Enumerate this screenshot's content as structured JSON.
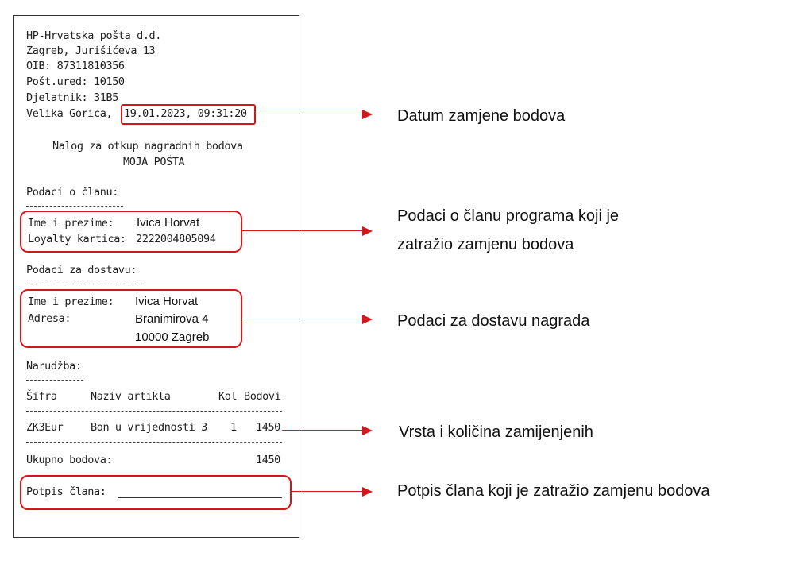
{
  "receipt": {
    "header": {
      "company": "HP-Hrvatska pošta d.d.",
      "address": "Zagreb, Jurišićeva 13",
      "oib": "OIB: 87311810356",
      "post_office": "Pošt.ured: 10150",
      "employee": "Djelatnik: 31B5",
      "place": "Velika Gorica,",
      "datetime": "19.01.2023, 09:31:20"
    },
    "title_line1": "Nalog za otkup nagradnih bodova",
    "title_line2": "MOJA POŠTA",
    "member_section": {
      "heading": "Podaci o članu:",
      "name_label": "Ime i prezime:",
      "name_value": "Ivica Horvat",
      "card_label": "Loyalty kartica:",
      "card_value": "2222004805094"
    },
    "delivery_section": {
      "heading": "Podaci za dostavu:",
      "name_label": "Ime i prezime:",
      "name_value": "Ivica Horvat",
      "address_label": "Adresa:",
      "address_line1": "Branimirova 4",
      "address_line2": "10000 Zagreb"
    },
    "order_section": {
      "heading": "Narudžba:",
      "columns": {
        "code": "Šifra",
        "name": "Naziv artikla",
        "qty": "Kol",
        "points": "Bodovi"
      },
      "row": {
        "code": "ZK3Eur",
        "name": "Bon u vrijednosti 3",
        "qty": "1",
        "points": "1450"
      },
      "total_label": "Ukupno bodova:",
      "total_value": "1450"
    },
    "signature_label": "Potpis člana:"
  },
  "annotations": {
    "date": "Datum zamjene bodova",
    "member_line1": "Podaci o članu programa koji je",
    "member_line2": "zatražio zamjenu bodova",
    "delivery": "Podaci za dostavu nagrada",
    "items": "Vrsta i količina zamijenjenih",
    "signature": "Potpis člana koji je zatražio zamjenu bodova"
  },
  "colors": {
    "highlight": "#d9151c"
  }
}
